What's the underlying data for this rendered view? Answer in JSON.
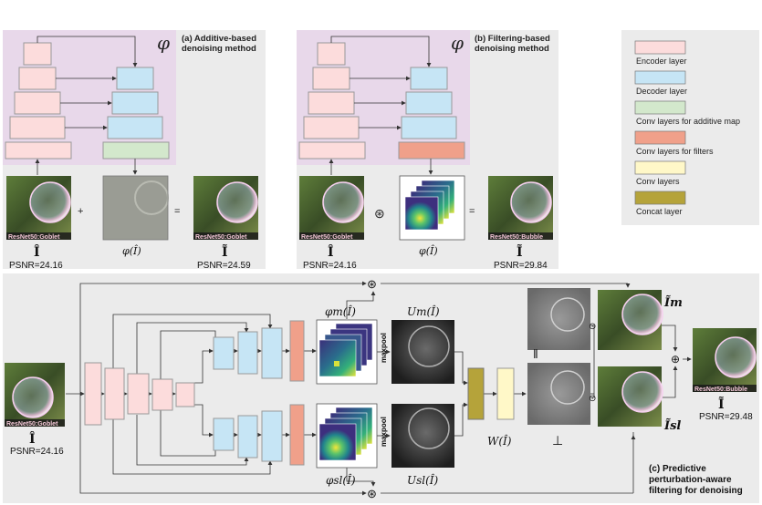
{
  "colors": {
    "encoder": "#fcdcdc",
    "decoder": "#c6e5f5",
    "additive": "#d3e8cc",
    "filters": "#f0a08a",
    "conv": "#fff8c8",
    "concat": "#b5a33a",
    "panel_bg": "#ebebeb",
    "phi_bg": "#e8d8ea"
  },
  "panel_a": {
    "title_line1": "(a) Additive-based",
    "title_line2": "denoising method",
    "phi": "φ",
    "img_in_label": "ResNet50:Goblet",
    "img_out_label": "ResNet50:Goblet",
    "hat_i": "Î",
    "tilde_i": "Ĩ",
    "phi_of_i": "φ(Î)",
    "plus": "+",
    "equals": "=",
    "psnr_in": "PSNR=24.16",
    "psnr_out": "PSNR=24.59"
  },
  "panel_b": {
    "title_line1": "(b) Filtering-based",
    "title_line2": "denoising method",
    "phi": "φ",
    "img_in_label": "ResNet50:Goblet",
    "img_out_label": "ResNet50:Bubble",
    "hat_i": "Î",
    "tilde_i": "Ĩ",
    "phi_of_i": "φ(Î)",
    "conv_op": "⊛",
    "equals": "=",
    "psnr_in": "PSNR=24.16",
    "psnr_out": "PSNR=29.84"
  },
  "legend": {
    "items": [
      {
        "label": "Encoder layer",
        "color": "#fcdcdc"
      },
      {
        "label": "Decoder layer",
        "color": "#c6e5f5"
      },
      {
        "label": "Conv layers for additive map",
        "color": "#d3e8cc"
      },
      {
        "label": "Conv layers for filters",
        "color": "#f0a08a"
      },
      {
        "label": "Conv layers",
        "color": "#fff8c8"
      },
      {
        "label": "Concat layer",
        "color": "#b5a33a"
      }
    ]
  },
  "panel_c": {
    "title_line1": "(c) Predictive",
    "title_line2": "perturbation-aware",
    "title_line3": "filtering for denoising",
    "img_in_label": "ResNet50:Goblet",
    "img_out_label": "ResNet50:Bubble",
    "hat_i": "Î",
    "psnr_in": "PSNR=24.16",
    "psnr_out": "PSNR=29.48",
    "phi_m": "φm(Î)",
    "phi_sl": "φsl(Î)",
    "u_m": "Um(Î)",
    "u_sl": "Usl(Î)",
    "maxpool_top": "maxpool",
    "maxpool_bottom": "maxpool",
    "w_of_i": "W(Î)",
    "i_m": "Ĩm",
    "i_sl": "Ĩsl",
    "tilde_i": "Ĩ",
    "conv_op": "⊛",
    "dot_op": "⊙",
    "plus_op": "⊕"
  }
}
